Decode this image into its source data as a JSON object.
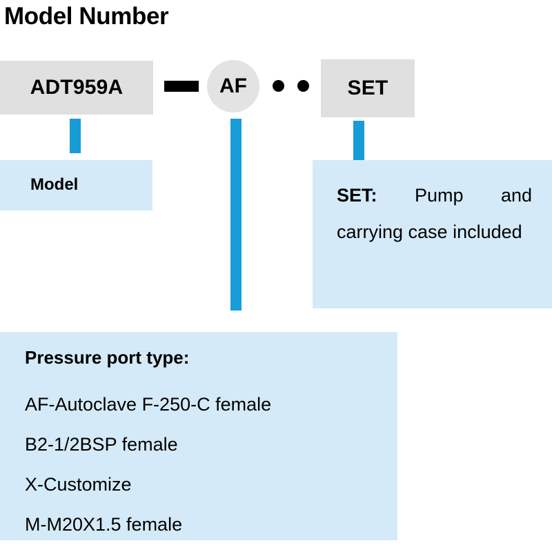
{
  "page": {
    "title": "Model Number",
    "background": "#ffffff"
  },
  "colors": {
    "code_box_gray": "#e0e0e0",
    "connector_blue": "#189cd8",
    "info_panel_blue": "#d5eaf8",
    "text_black": "#000000"
  },
  "code_row": {
    "model_code": "ADT959A",
    "separator": "dash",
    "port_code": "AF",
    "dot_1": "dot",
    "dot_2": "dot",
    "set_code": "SET"
  },
  "callouts": {
    "model": {
      "label": "Model"
    },
    "set": {
      "prefix": "SET:",
      "description": " Pump and carrying case included"
    },
    "pressure_port": {
      "title": "Pressure port type:",
      "options": [
        "AF-Autoclave F-250-C female",
        "B2-1/2BSP female",
        "X-Customize",
        "M-M20X1.5 female"
      ]
    }
  }
}
